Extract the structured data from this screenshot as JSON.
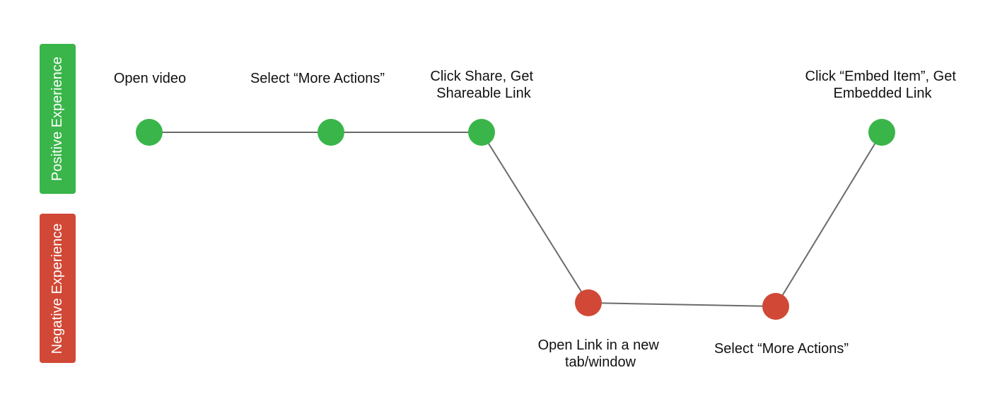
{
  "colors": {
    "positive": "#3AB54A",
    "negative": "#D14836",
    "connector": "#6B6B6B",
    "label_text": "#111111"
  },
  "bands": [
    {
      "id": "positive",
      "label": "Positive Experience",
      "color": "#3AB54A"
    },
    {
      "id": "negative",
      "label": "Negative Experience",
      "color": "#D14836"
    }
  ],
  "steps": [
    {
      "id": "step-1",
      "experience": "positive",
      "label_lines": [
        "Open video"
      ]
    },
    {
      "id": "step-2",
      "experience": "positive",
      "label_lines": [
        "Select “More Actions”"
      ]
    },
    {
      "id": "step-3",
      "experience": "positive",
      "label_lines": [
        "Click Share, Get",
        "Shareable Link"
      ]
    },
    {
      "id": "step-4",
      "experience": "negative",
      "label_lines": [
        "Open Link in a new",
        "tab/window"
      ]
    },
    {
      "id": "step-5",
      "experience": "negative",
      "label_lines": [
        "Select “More Actions”"
      ]
    },
    {
      "id": "step-6",
      "experience": "positive",
      "label_lines": [
        "Click “Embed Item”, Get",
        "Embedded Link"
      ]
    }
  ]
}
